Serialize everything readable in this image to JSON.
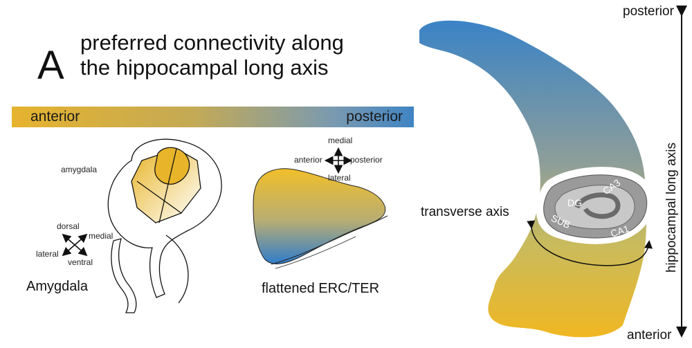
{
  "panel_letter": "A",
  "title_line1": "preferred connectivity along",
  "title_line2": "the hippocampal long axis",
  "gradient_bar": {
    "left_label": "anterior",
    "right_label": "posterior",
    "start_color": "#e6b32e",
    "end_color": "#3f84c3"
  },
  "amygdala": {
    "label_top": "amygdala",
    "caption": "Amygdala",
    "dir_dorsal": "dorsal",
    "dir_medial": "medial",
    "dir_lateral": "lateral",
    "dir_ventral": "ventral"
  },
  "erc": {
    "caption": "flattened ERC/TER",
    "dir_medial": "medial",
    "dir_anterior": "anterior",
    "dir_posterior": "posterior",
    "dir_lateral": "lateral"
  },
  "hippocampus": {
    "transverse_axis": "transverse axis",
    "long_axis_label": "hippocampal long axis",
    "top_end": "posterior",
    "bottom_end": "anterior",
    "subfields": [
      "DG",
      "CA3",
      "SUB",
      "CA1"
    ]
  }
}
